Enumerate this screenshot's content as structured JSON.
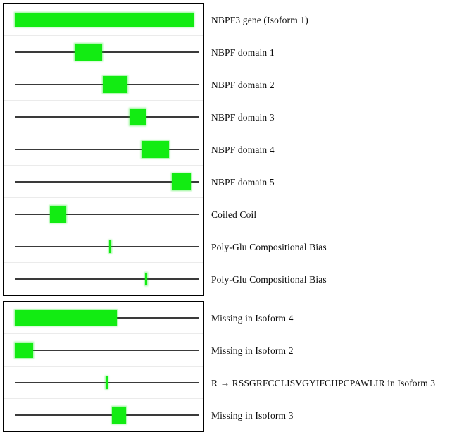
{
  "title": "NBPF3 gene isoform feature map",
  "colors": {
    "feature_green": "#12ec12",
    "axis_line": "#3a3a3a",
    "panel_border": "#000000",
    "row_divider": "#ebebeb",
    "text": "#0b0b0b",
    "background": "#ffffff"
  },
  "panels": [
    {
      "name": "isoform-1-features",
      "tracks": [
        {
          "label": "NBPF3  gene (Isoform 1)",
          "icon": "full-length-bar",
          "render": "bar",
          "start_pct": 0,
          "end_pct": 100,
          "thickness": "thick"
        },
        {
          "label": "NBPF  domain 1",
          "icon": "domain-box",
          "render": "axis-box",
          "start_pct": 33.1,
          "end_pct": 48.1
        },
        {
          "label": "NBPF  domain 2",
          "icon": "domain-box",
          "render": "axis-box",
          "start_pct": 48.4,
          "end_pct": 62.1
        },
        {
          "label": "NBPF  domain 3",
          "icon": "domain-box",
          "render": "axis-box",
          "start_pct": 63.3,
          "end_pct": 72.1
        },
        {
          "label": "NBPF  domain 4",
          "icon": "domain-box",
          "render": "axis-box",
          "start_pct": 69.8,
          "end_pct": 84.9
        },
        {
          "label": "NBPF  domain 5",
          "icon": "domain-box",
          "render": "axis-box",
          "start_pct": 86.5,
          "end_pct": 96.9
        },
        {
          "label": "Coiled Coil",
          "icon": "domain-box",
          "render": "axis-box",
          "start_pct": 19.4,
          "end_pct": 28.3
        },
        {
          "label": "Poly-Glu  Compositional Bias",
          "icon": "site-tick",
          "render": "axis-tick",
          "start_pct": 51.9,
          "end_pct": 53.1
        },
        {
          "label": "Poly-Glu  Compositional Bias",
          "icon": "site-tick",
          "render": "axis-tick",
          "start_pct": 71.7,
          "end_pct": 72.9
        }
      ]
    },
    {
      "name": "isoform-variant-features",
      "tracks": [
        {
          "label": "Missing in Isoform 4",
          "icon": "deletion-bar",
          "render": "axis-box",
          "start_pct": 0,
          "end_pct": 56.2,
          "thickness": "thick"
        },
        {
          "label": "Missing in Isoform 2",
          "icon": "deletion-bar",
          "render": "axis-box",
          "start_pct": 0,
          "end_pct": 10.0,
          "thickness": "thick"
        },
        {
          "label": "R → RSSGRFCCLISVGYIFCHPCPAWLIR in Isoform 3",
          "icon": "site-tick",
          "render": "axis-tick",
          "start_pct": 50.0,
          "end_pct": 51.2
        },
        {
          "label": "Missing in Isoform 3",
          "icon": "domain-box",
          "render": "axis-box",
          "start_pct": 53.5,
          "end_pct": 61.2
        }
      ]
    }
  ]
}
